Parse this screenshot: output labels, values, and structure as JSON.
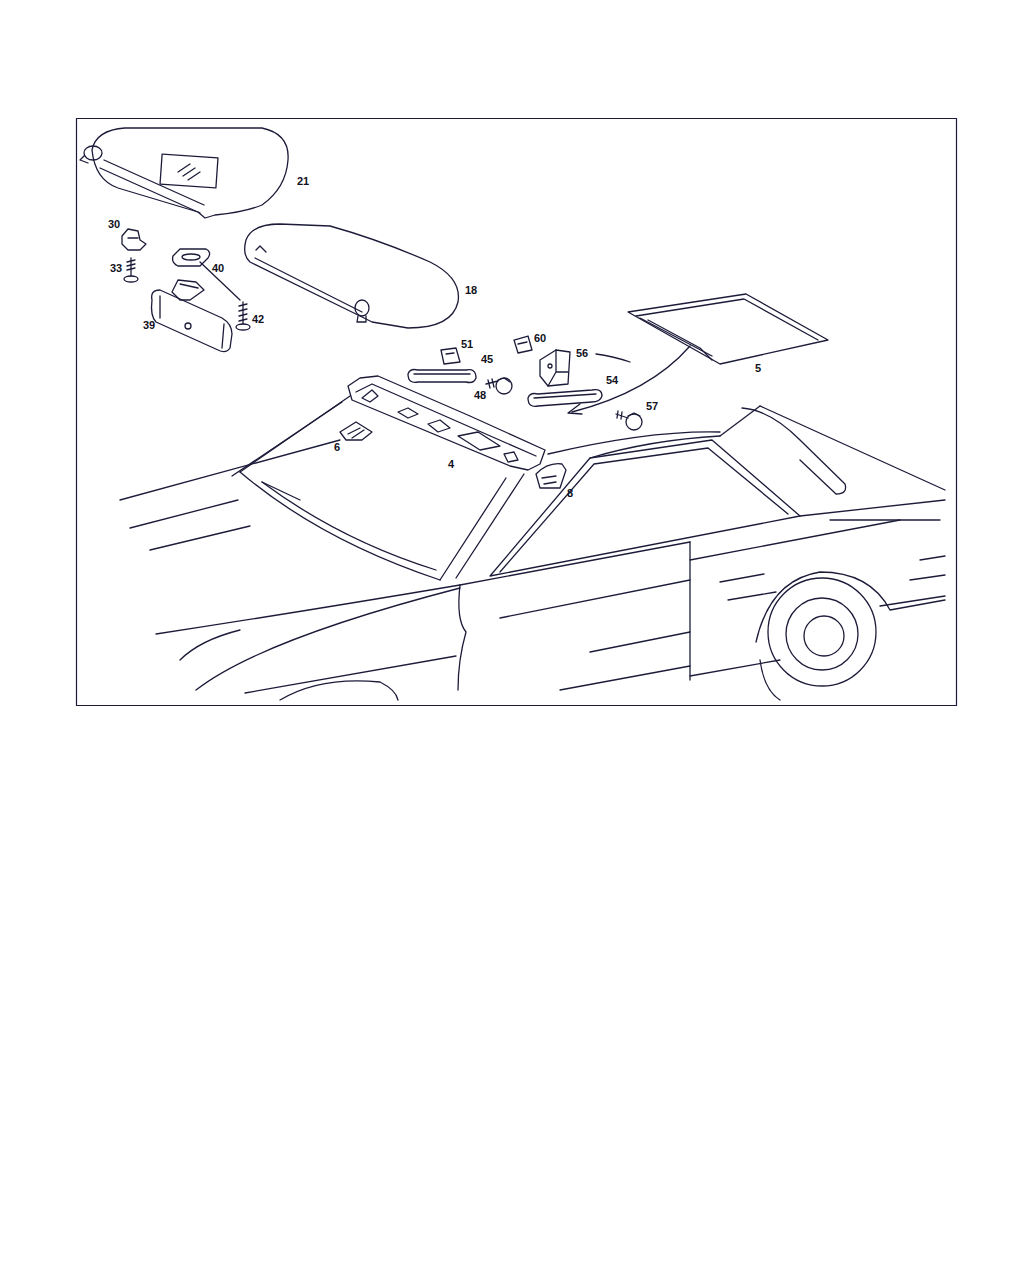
{
  "diagram": {
    "labels": [
      "21",
      "30",
      "40",
      "18",
      "33",
      "42",
      "39",
      "51",
      "60",
      "45",
      "56",
      "54",
      "48",
      "5",
      "57",
      "6",
      "4",
      "8"
    ]
  }
}
